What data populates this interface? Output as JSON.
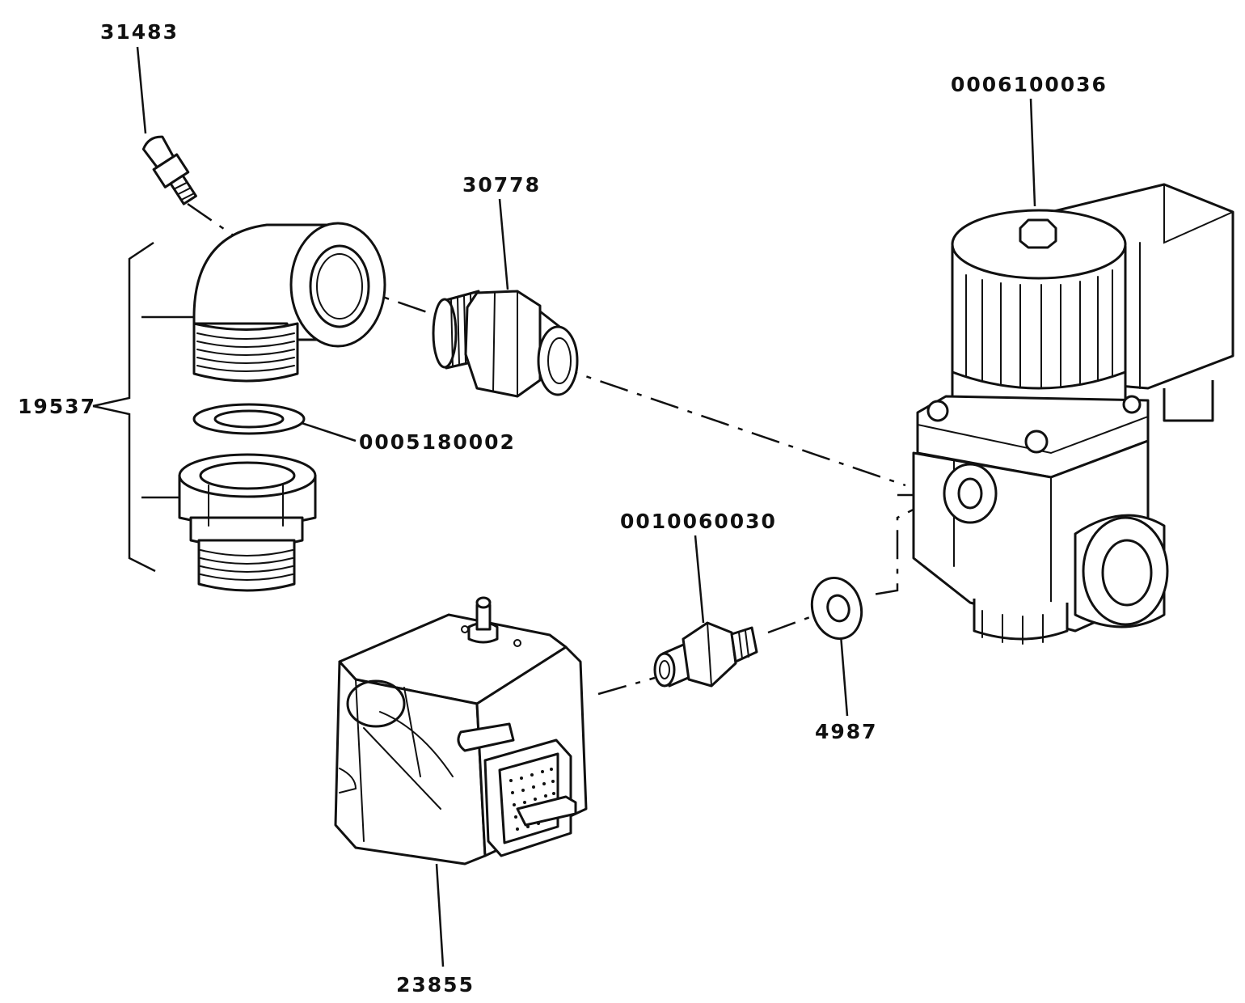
{
  "diagram": {
    "parts": [
      {
        "id": "31483",
        "label": "31483"
      },
      {
        "id": "0006100036",
        "label": "0006100036"
      },
      {
        "id": "30778",
        "label": "30778"
      },
      {
        "id": "19537",
        "label": "19537"
      },
      {
        "id": "0005180002",
        "label": "0005180002"
      },
      {
        "id": "0010060030",
        "label": "0010060030"
      },
      {
        "id": "4987",
        "label": "4987"
      },
      {
        "id": "23855",
        "label": "23855"
      }
    ]
  }
}
